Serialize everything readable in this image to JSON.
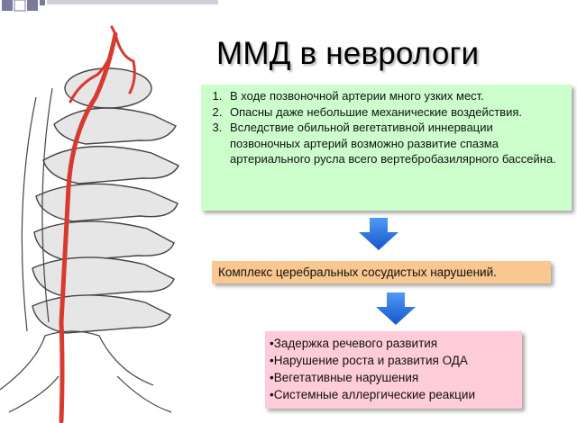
{
  "slide": {
    "title": "ММД в неврологи"
  },
  "causes": {
    "items": [
      "В ходе позвоночной артерии много узких мест.",
      "Опасны даже небольшие механические воздействия.",
      "Вследствие обильной вегетативной иннервации позвоночных артерий возможно развитие спазма артериального русла всего вертебробазилярного бассейна."
    ]
  },
  "complex": {
    "text": "Комплекс церебральных сосудистых нарушений."
  },
  "outcomes": {
    "items": [
      "•Задержка речевого развития",
      "•Нарушение роста и развития ОДА",
      "•Вегетативные нарушения",
      "•Системные аллергические реакции"
    ]
  },
  "colors": {
    "causes_bg": "#ccffcc",
    "complex_bg": "#f9c78f",
    "outcomes_bg": "#ffccd9",
    "arrow": "#1e6fe0",
    "artery": "#d63a30",
    "deco_squares": "#7a7a9a"
  }
}
